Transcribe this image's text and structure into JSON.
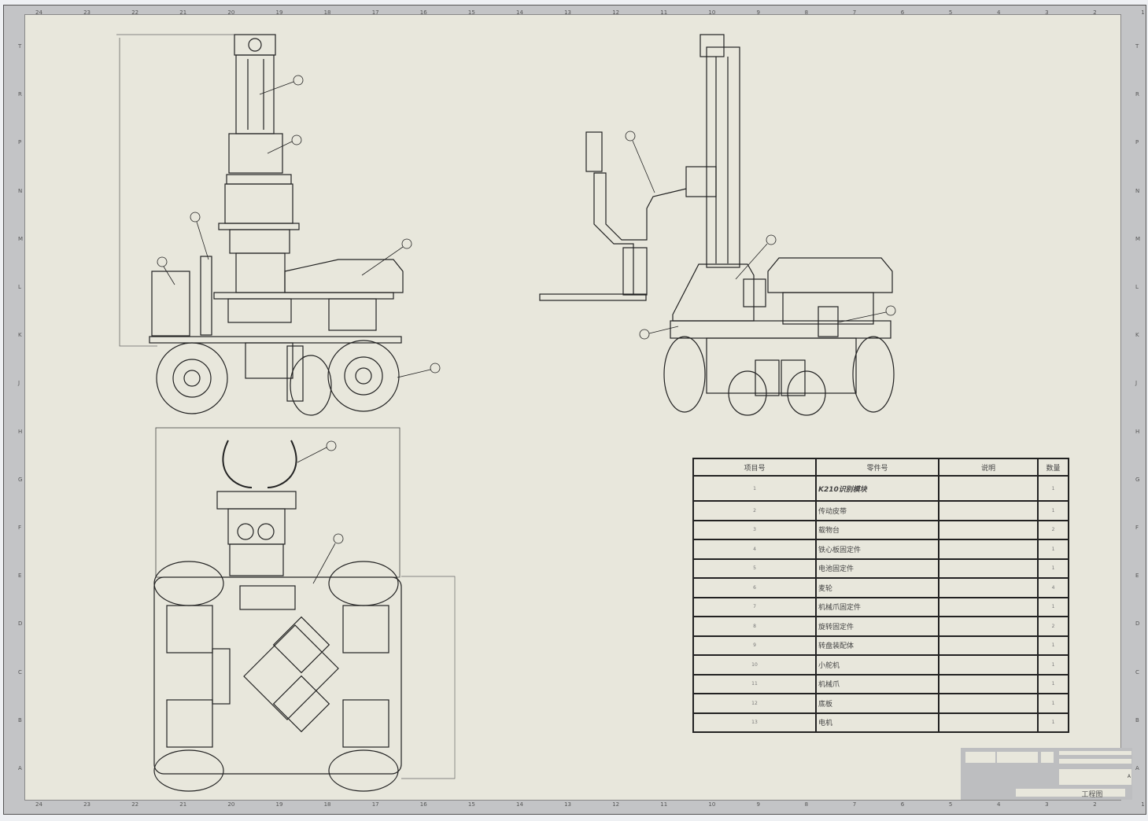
{
  "sheet": {
    "columns": [
      "24",
      "23",
      "22",
      "21",
      "20",
      "19",
      "18",
      "17",
      "16",
      "15",
      "14",
      "13",
      "12",
      "11",
      "10",
      "9",
      "8",
      "7",
      "6",
      "5",
      "4",
      "3",
      "2",
      "1"
    ],
    "rows": [
      "T",
      "R",
      "P",
      "N",
      "M",
      "L",
      "K",
      "J",
      "H",
      "G",
      "F",
      "E",
      "D",
      "C",
      "B",
      "A"
    ]
  },
  "bom": {
    "headers": [
      "项目号",
      "零件号",
      "说明",
      "数量"
    ],
    "rows": [
      {
        "item": "1",
        "part": "K210识别模块",
        "desc": "",
        "qty": "1"
      },
      {
        "item": "2",
        "part": "传动皮带",
        "desc": "",
        "qty": "1"
      },
      {
        "item": "3",
        "part": "载物台",
        "desc": "",
        "qty": "2"
      },
      {
        "item": "4",
        "part": "铁心板固定件",
        "desc": "",
        "qty": "1"
      },
      {
        "item": "5",
        "part": "电池固定件",
        "desc": "",
        "qty": "1"
      },
      {
        "item": "6",
        "part": "麦轮",
        "desc": "",
        "qty": "4"
      },
      {
        "item": "7",
        "part": "机械爪固定件",
        "desc": "",
        "qty": "1"
      },
      {
        "item": "8",
        "part": "旋转固定件",
        "desc": "",
        "qty": "2"
      },
      {
        "item": "9",
        "part": "转盘装配体",
        "desc": "",
        "qty": "1"
      },
      {
        "item": "10",
        "part": "小舵机",
        "desc": "",
        "qty": "1"
      },
      {
        "item": "11",
        "part": "机械爪",
        "desc": "",
        "qty": "1"
      },
      {
        "item": "12",
        "part": "底板",
        "desc": "",
        "qty": "1"
      },
      {
        "item": "13",
        "part": "电机",
        "desc": "",
        "qty": "1"
      }
    ]
  },
  "title_block": {
    "drawing_type": "工程图",
    "sheet_letter": "A"
  }
}
